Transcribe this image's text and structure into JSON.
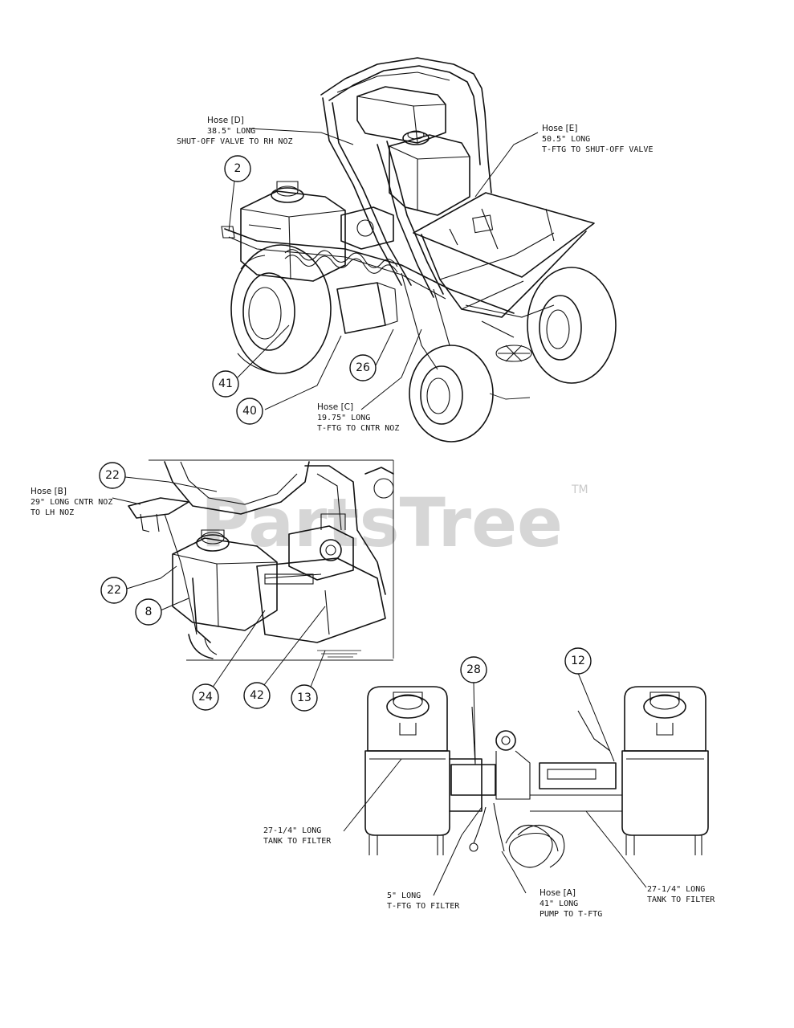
{
  "watermark": {
    "text": "PartsTree",
    "trademark": "TM"
  },
  "callouts": {
    "c2": "2",
    "c41": "41",
    "c40": "40",
    "c26": "26",
    "c22a": "22",
    "c22b": "22",
    "c8": "8",
    "c24": "24",
    "c42": "42",
    "c13": "13",
    "c28": "28",
    "c12": "12"
  },
  "hoses": {
    "D": {
      "name": "Hose [D]",
      "length": "38.5\" LONG",
      "route": "SHUT-OFF VALVE TO RH NOZ"
    },
    "E": {
      "name": "Hose [E]",
      "length": "50.5\" LONG",
      "route": "T-FTG TO SHUT-OFF VALVE"
    },
    "C": {
      "name": "Hose [C]",
      "length": "19.75\" LONG",
      "route": "T-FTG TO CNTR NOZ"
    },
    "B": {
      "name": "Hose [B]",
      "length": "29\" LONG CNTR NOZ",
      "route": "TO LH NOZ"
    },
    "A": {
      "name": "Hose [A]",
      "length": "41\" LONG",
      "route": "PUMP TO T-FTG"
    }
  },
  "notes": {
    "left_tank": {
      "length": "27-1/4\" LONG",
      "route": "TANK TO FILTER"
    },
    "tee_filter": {
      "length": "5\" LONG",
      "route": "T-FTG TO FILTER"
    },
    "right_tank": {
      "length": "27-1/4\" LONG",
      "route": "TANK TO FILTER"
    }
  }
}
